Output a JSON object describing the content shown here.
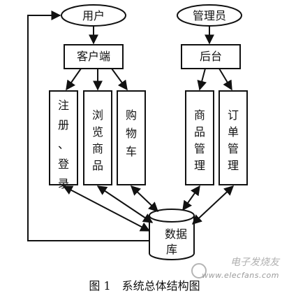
{
  "diagram": {
    "nodes": {
      "user": "用户",
      "admin": "管理员",
      "client": "客户端",
      "backend": "后台",
      "register_login": "注册、登录",
      "browse": "浏览商品",
      "cart": "购物车",
      "product_mgmt": "商品管理",
      "order_mgmt": "订单管理",
      "database": "数据库"
    }
  },
  "caption": "图 1　系统总体结构图",
  "watermark": {
    "title": "电子发烧友",
    "url": "www.elecfans.com"
  }
}
